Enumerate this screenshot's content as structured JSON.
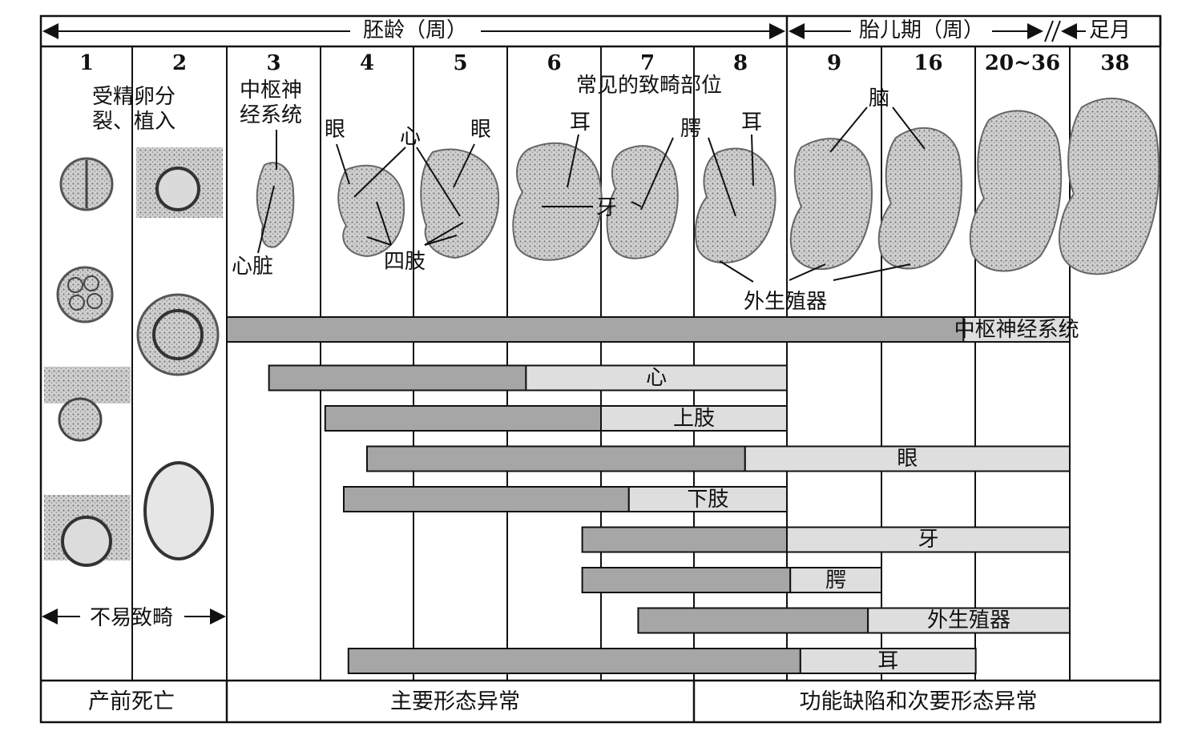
{
  "header": {
    "embryo_age": "胚龄（周）",
    "fetal_period": "胎儿期（周）",
    "full_term": "足月"
  },
  "weeks": [
    "1",
    "2",
    "3",
    "4",
    "5",
    "6",
    "7",
    "8",
    "9",
    "16",
    "20~36",
    "38"
  ],
  "illustration_labels": {
    "zygote": "受精卵分裂、植入",
    "cns": "中枢神经系统",
    "heart_organ": "心脏",
    "common_sites": "常见的致畸部位",
    "eye_left": "眼",
    "heart": "心",
    "eye_right": "眼",
    "limbs": "四肢",
    "ear_6": "耳",
    "teeth": "牙",
    "palate": "腭",
    "ear_8": "耳",
    "brain": "脑",
    "external_genitalia": "外生殖器",
    "not_teratogenic": "不易致畸"
  },
  "bars": [
    {
      "label": "中枢神经系统",
      "dark": [
        3,
        19.5
      ],
      "light": [
        19.5,
        38
      ]
    },
    {
      "label": "心",
      "dark": [
        3.45,
        6.2
      ],
      "light": [
        6.2,
        9
      ]
    },
    {
      "label": "上肢",
      "dark": [
        4.05,
        7
      ],
      "light": [
        7,
        9
      ]
    },
    {
      "label": "眼",
      "dark": [
        4.5,
        8.55
      ],
      "light": [
        8.55,
        38
      ]
    },
    {
      "label": "下肢",
      "dark": [
        4.25,
        7.3
      ],
      "light": [
        7.3,
        9
      ]
    },
    {
      "label": "牙",
      "dark": [
        6.8,
        9
      ],
      "light": [
        9,
        38
      ]
    },
    {
      "label": "腭",
      "dark": [
        6.8,
        9.25
      ],
      "light": [
        9.25,
        16
      ]
    },
    {
      "label": "外生殖器",
      "dark": [
        7.4,
        15
      ],
      "light": [
        15,
        38
      ]
    },
    {
      "label": "耳",
      "dark": [
        4.3,
        10
      ],
      "light": [
        10,
        20.1
      ]
    }
  ],
  "outcomes": {
    "prenatal_death": "产前死亡",
    "major_anomalies": "主要形态异常",
    "functional_defects": "功能缺陷和次要形态异常"
  },
  "colors": {
    "dark_bar": "#a6a6a6",
    "light_bar": "#dedede",
    "line": "#111111",
    "embryo_fill": "#b4b4b4"
  }
}
